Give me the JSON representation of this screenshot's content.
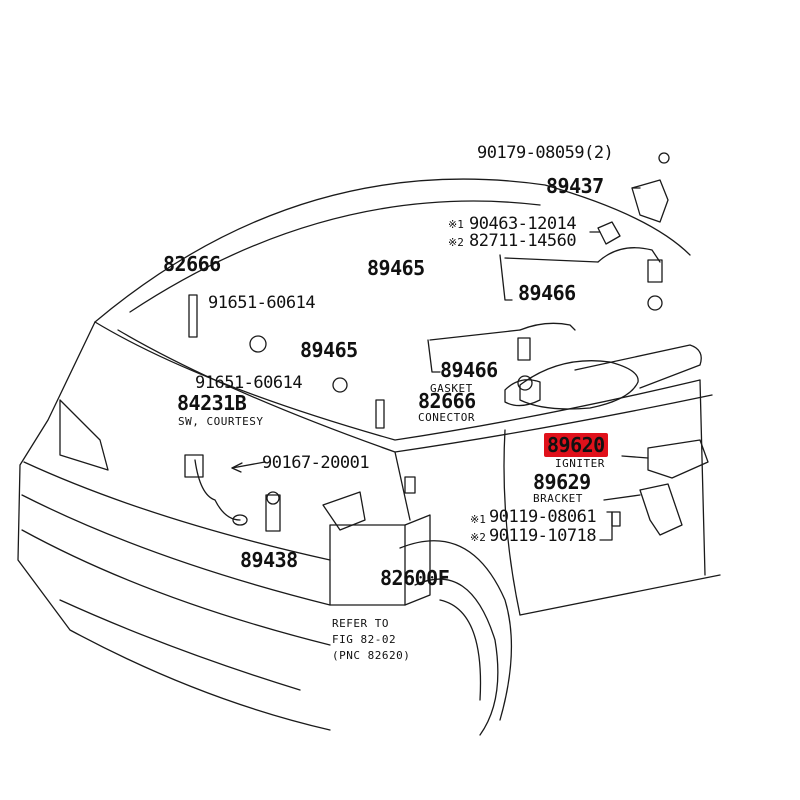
{
  "diagram": {
    "highlight_color": "#e0111b",
    "line_color": "#1a1a1a",
    "part_numbers": {
      "p90179": "90179-08059(2)",
      "p89437": "89437",
      "p90463": "90463-12014",
      "p82711": "82711-14560",
      "p82666_top": "82666",
      "p89465_top": "89465",
      "p89466_upper": "89466",
      "p91651_upper": "91651-60614",
      "p89465_mid": "89465",
      "p89466_lower": "89466",
      "p91651_lower": "91651-60614",
      "p84231b": "84231B",
      "p82666_mid": "82666",
      "p89620": "89620",
      "p89629": "89629",
      "p90167": "90167-20001",
      "p90119_a": "90119-08061",
      "p90119_b": "90119-10718",
      "p89438": "89438",
      "p82600f": "82600F"
    },
    "captions": {
      "gasket": "GASKET",
      "connector": "CONECTOR",
      "courtesy": "SW, COURTESY",
      "igniter": "IGNITER",
      "bracket": "BRACKET",
      "refer_1": "REFER TO",
      "refer_2": "FIG 82-02",
      "refer_3": "(PNC 82620)"
    },
    "marks": {
      "m1": "※1",
      "m2": "※2",
      "m3": "※1",
      "m4": "※2"
    }
  }
}
